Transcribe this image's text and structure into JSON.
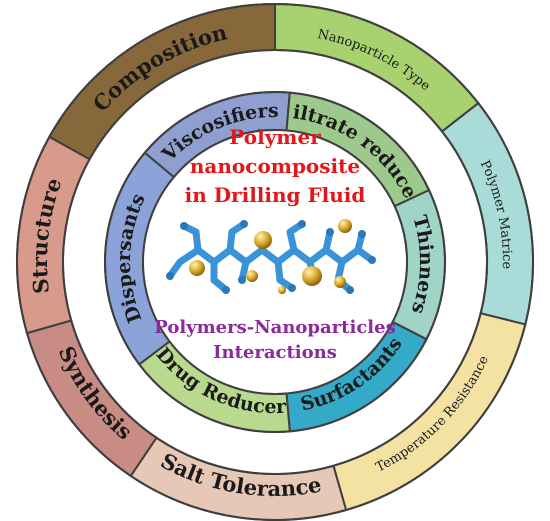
{
  "center": {
    "title_lines": [
      "Polymer",
      "nanocomposite",
      "in Drilling Fluid"
    ],
    "subtitle_lines": [
      "Polymers-Nanoparticles",
      "Interactions"
    ]
  },
  "outer_ring": [
    {
      "label": "Composition",
      "color": "#86683a",
      "bold": true
    },
    {
      "label": "Nanoparticle Type",
      "color": "#a8d270",
      "bold": false
    },
    {
      "label": "Polymer Matrice",
      "color": "#a9dcd9",
      "bold": false
    },
    {
      "label": "Temperature Resistance",
      "color": "#f3e2a2",
      "bold": false
    },
    {
      "label": "Salt Tolerance",
      "color": "#e7c7b5",
      "bold": true
    },
    {
      "label": "Synthesis",
      "color": "#c98c85",
      "bold": true
    },
    {
      "label": "Structure",
      "color": "#d89a8b",
      "bold": true
    }
  ],
  "inner_ring": [
    {
      "label": "Viscosifiers",
      "color": "#8e9fd0"
    },
    {
      "label": "Filtrate reducer",
      "color": "#9ec98c"
    },
    {
      "label": "Thinners",
      "color": "#9fd4c6"
    },
    {
      "label": "Surfactants",
      "color": "#34a9c8"
    },
    {
      "label": "Drug Reducer",
      "color": "#b9d98e"
    },
    {
      "label": "Dispersants",
      "color": "#8ba3d8"
    }
  ],
  "colors": {
    "ring_border": "#3f3f3f",
    "center_fill": "#ffffff",
    "polymer_chain": "#3a93d6",
    "nanoparticle": "#d8a62a"
  }
}
